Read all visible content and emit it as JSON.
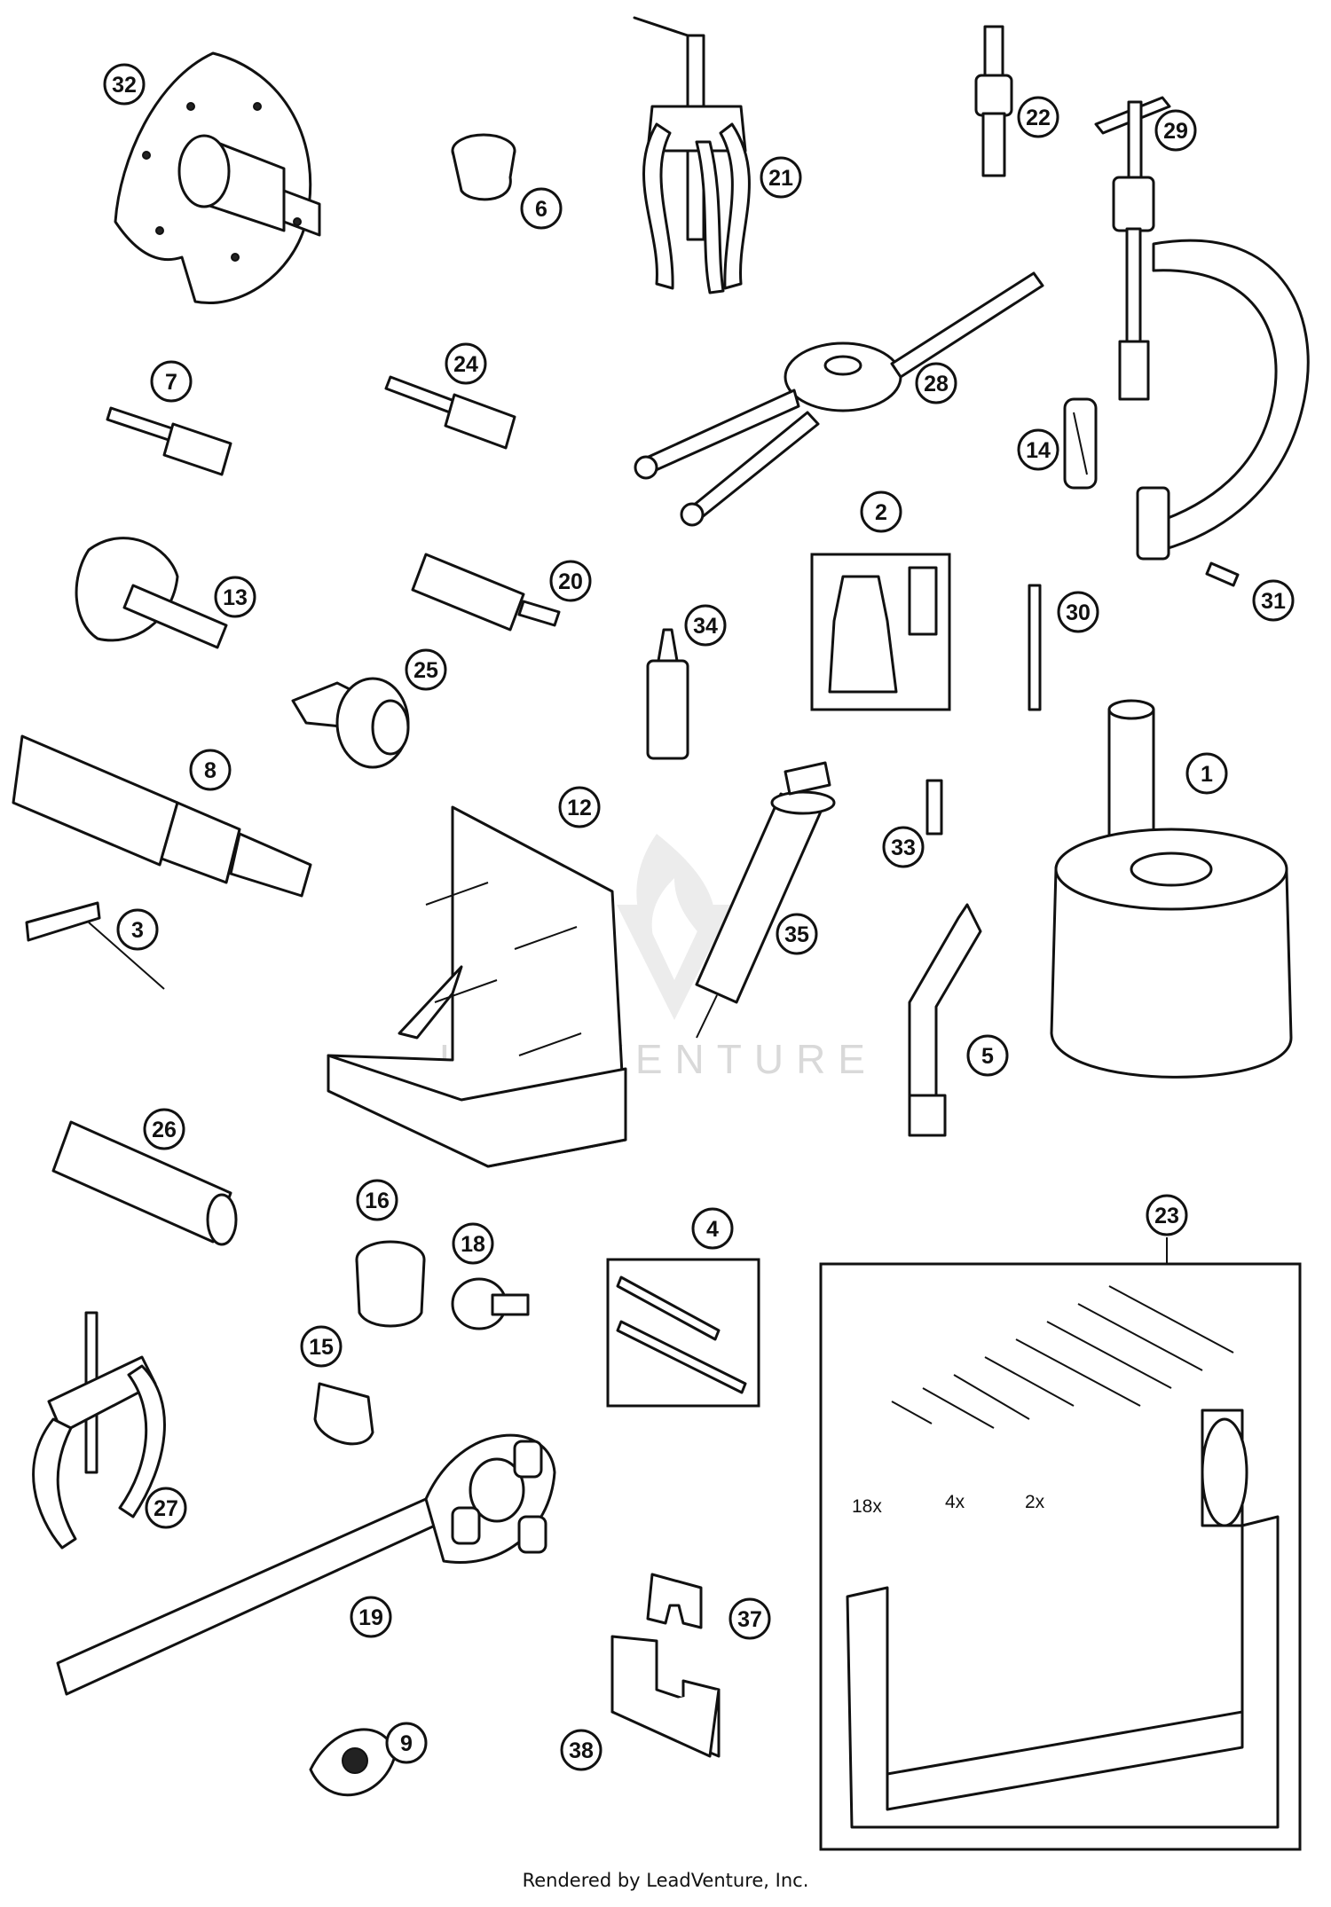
{
  "watermark": "LEADVENTURE",
  "footer": "Rendered by LeadVenture, Inc.",
  "callouts": [
    "32",
    "6",
    "21",
    "22",
    "29",
    "7",
    "24",
    "28",
    "14",
    "13",
    "20",
    "2",
    "30",
    "31",
    "34",
    "25",
    "8",
    "12",
    "1",
    "33",
    "35",
    "3",
    "5",
    "26",
    "4",
    "23",
    "16",
    "18",
    "15",
    "27",
    "19",
    "37",
    "9",
    "38"
  ],
  "quantities": [
    "18x",
    "4x",
    "2x"
  ]
}
